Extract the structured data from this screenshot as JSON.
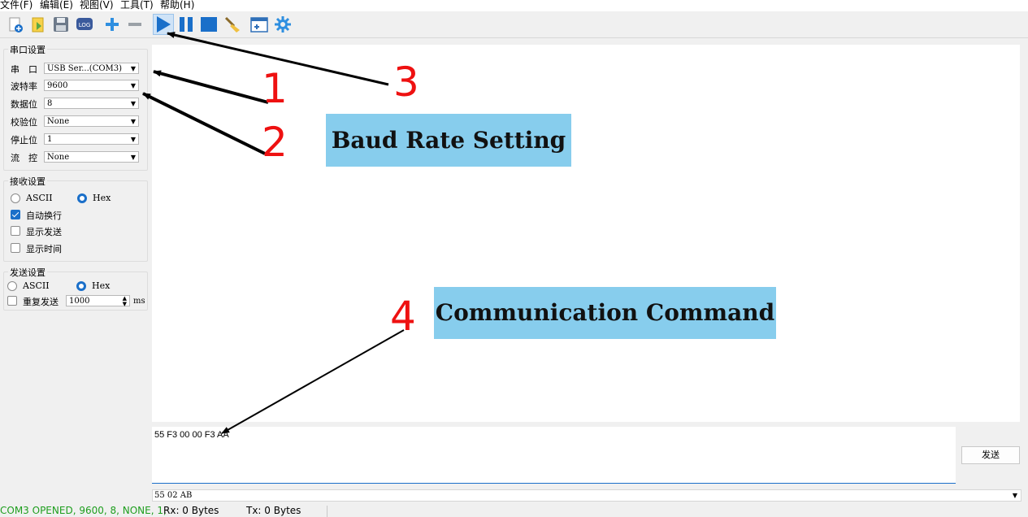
{
  "menu": [
    "文件(F)",
    "编辑(E)",
    "视图(V)",
    "工具(T)",
    "帮助(H)"
  ],
  "toolbar": {
    "icons": [
      "new-file-icon",
      "open-file-icon",
      "save-icon",
      "log-icon",
      "add-icon",
      "remove-icon",
      "play-icon",
      "pause-icon",
      "stop-icon",
      "clear-icon",
      "add-window-icon",
      "settings-icon"
    ],
    "log_label": "LOG",
    "colors": {
      "accent": "#1a6fc9",
      "add": "#2f8fe0",
      "remove": "#9aa0a6"
    }
  },
  "serial_settings": {
    "title": "串口设置",
    "fields": [
      {
        "label": "串　口",
        "value": "USB Ser...(COM3)"
      },
      {
        "label": "波特率",
        "value": "9600"
      },
      {
        "label": "数据位",
        "value": "8"
      },
      {
        "label": "校验位",
        "value": "None"
      },
      {
        "label": "停止位",
        "value": "1"
      },
      {
        "label": "流　控",
        "value": "None"
      }
    ]
  },
  "receive_settings": {
    "title": "接收设置",
    "ascii_label": "ASCII",
    "hex_label": "Hex",
    "selected": "Hex",
    "options": [
      {
        "label": "自动换行",
        "checked": true
      },
      {
        "label": "显示发送",
        "checked": false
      },
      {
        "label": "显示时间",
        "checked": false
      }
    ]
  },
  "send_settings": {
    "title": "发送设置",
    "ascii_label": "ASCII",
    "hex_label": "Hex",
    "selected": "Hex",
    "repeat_label": "重复发送",
    "repeat_checked": false,
    "interval": "1000",
    "unit": "ms"
  },
  "send": {
    "input_value": "55 F3 00 00 F3 AA",
    "button_label": "发送",
    "history_value": "55 02 AB"
  },
  "status": {
    "port": "COM3 OPENED, 9600, 8, NONE, 1,",
    "rx": "Rx: 0 Bytes",
    "tx": "Tx: 0 Bytes",
    "port_color": "#1e9e1e"
  },
  "annotations": {
    "numbers": [
      "1",
      "2",
      "3",
      "4"
    ],
    "baud_callout": "Baud Rate Setting",
    "command_callout": "Communication Command",
    "callout_color": "#87cded",
    "number_color": "#ee1111"
  }
}
